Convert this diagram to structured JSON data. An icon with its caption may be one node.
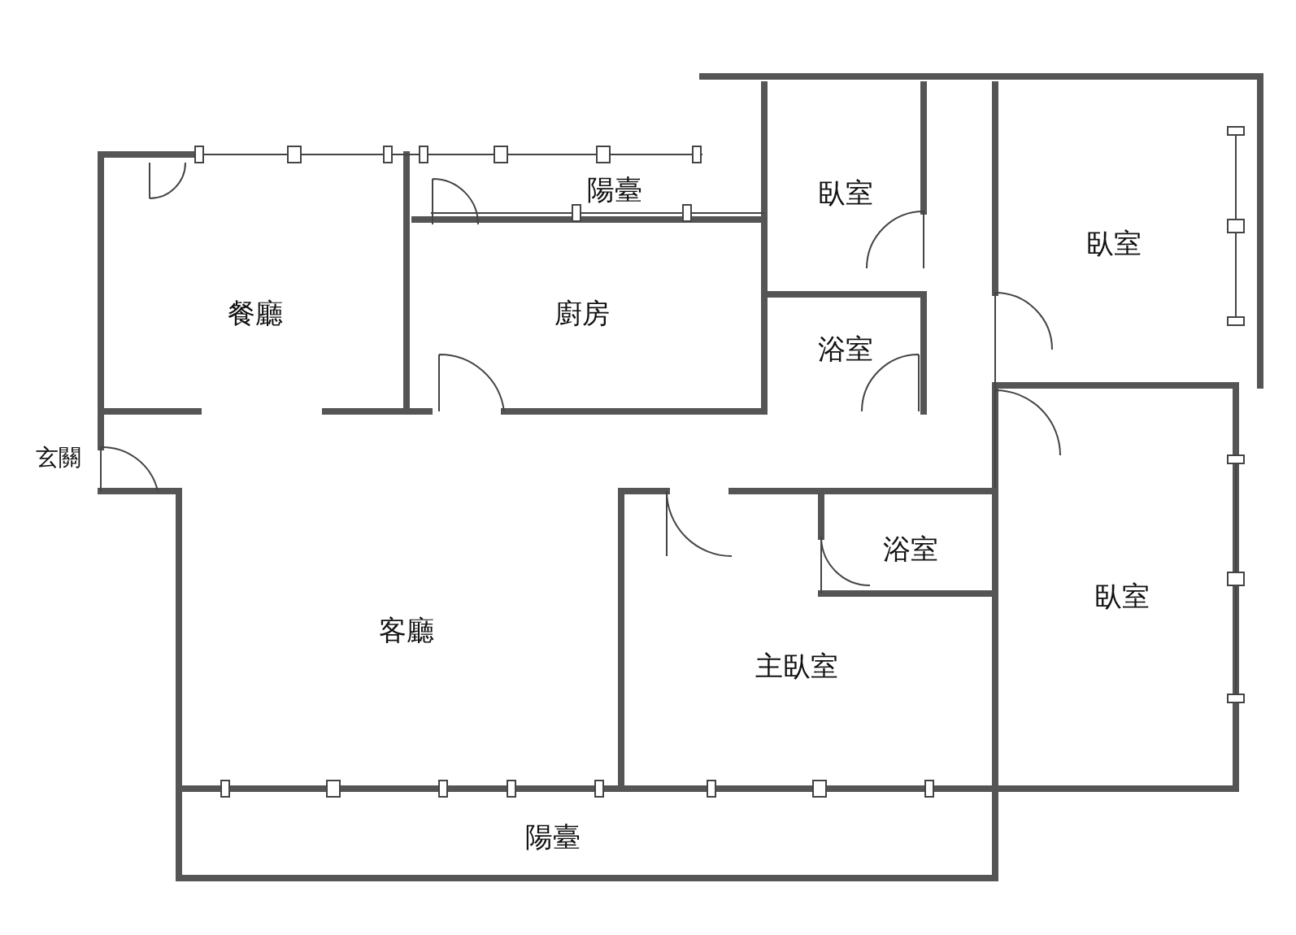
{
  "diagram": {
    "labels": [
      "陽臺",
      "臥室",
      "臥室",
      "餐廳",
      "廚房",
      "浴室",
      "玄關",
      "浴室",
      "臥室",
      "客廳",
      "主臥室",
      "陽臺"
    ]
  }
}
